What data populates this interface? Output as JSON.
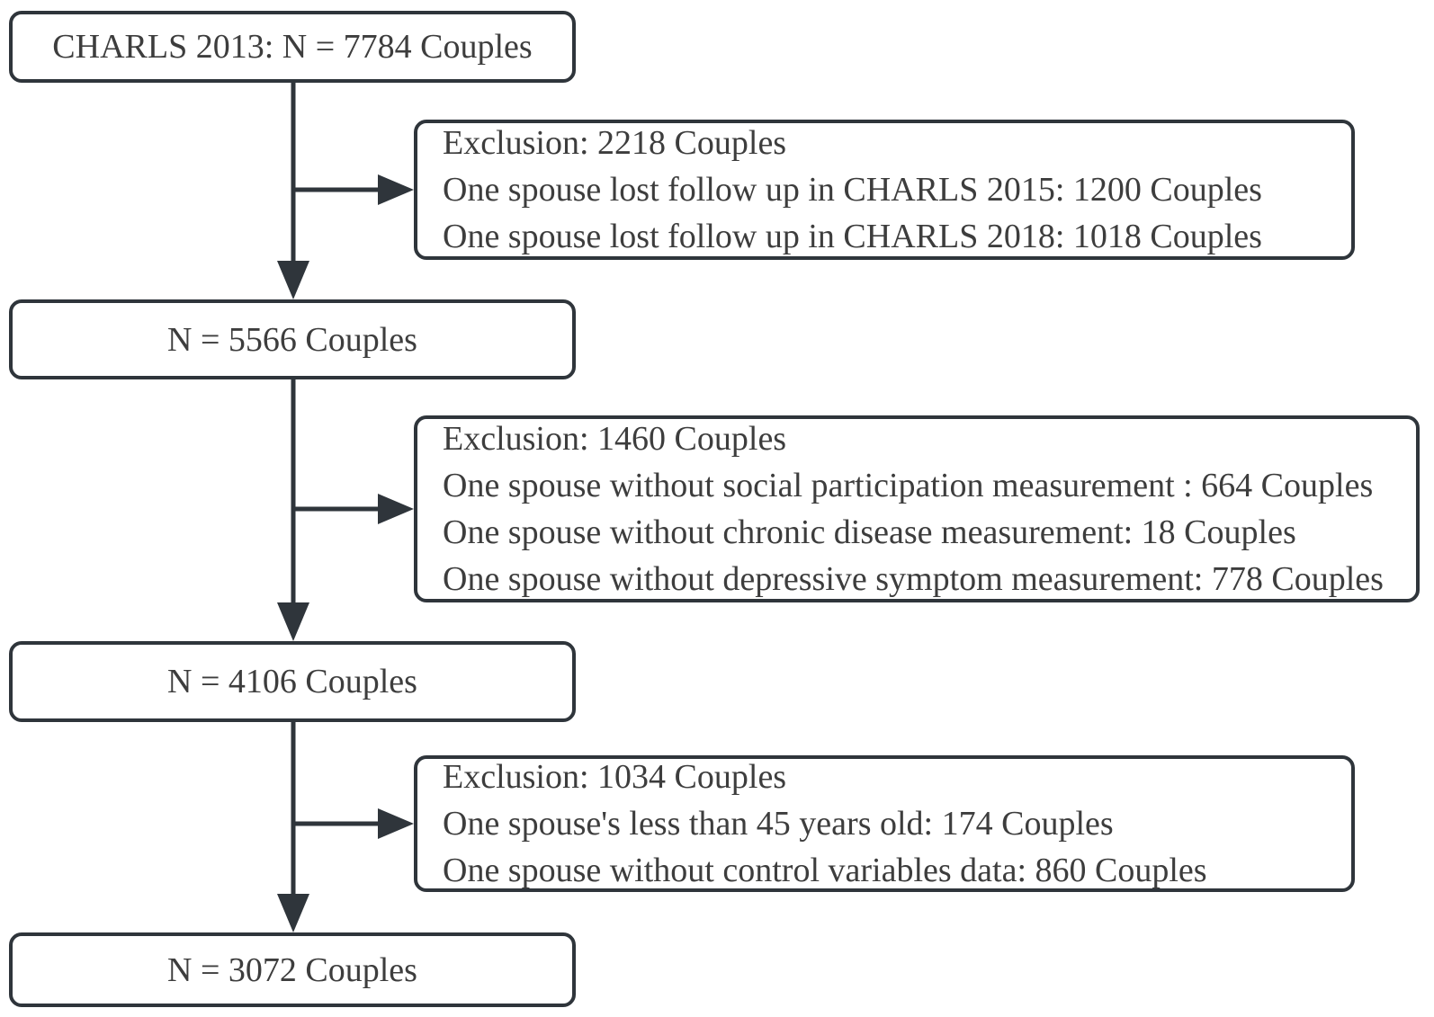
{
  "colors": {
    "line_and_border": "#2f353b",
    "text": "#3d3d3d",
    "box_background": "#ffffff",
    "page_background": "#ffffff"
  },
  "flowchart": {
    "nodes": {
      "start": {
        "label": "CHARLS 2013: N = 7784 Couples"
      },
      "exclusion_1": {
        "lines": [
          "Exclusion: 2218 Couples",
          "One spouse lost follow up in CHARLS 2015: 1200 Couples",
          "One spouse lost follow up in CHARLS 2018: 1018 Couples"
        ]
      },
      "step_2": {
        "label": "N = 5566 Couples"
      },
      "exclusion_2": {
        "lines": [
          "Exclusion: 1460 Couples",
          "One spouse without social participation measurement : 664 Couples",
          "One spouse without chronic disease measurement: 18 Couples",
          "One spouse without depressive symptom measurement: 778 Couples"
        ]
      },
      "step_3": {
        "label": "N = 4106 Couples"
      },
      "exclusion_3": {
        "lines": [
          "Exclusion: 1034 Couples",
          "One spouse's less than 45 years old: 174 Couples",
          "One spouse without control variables data: 860 Couples"
        ]
      },
      "final": {
        "label": "N = 3072 Couples"
      }
    }
  }
}
